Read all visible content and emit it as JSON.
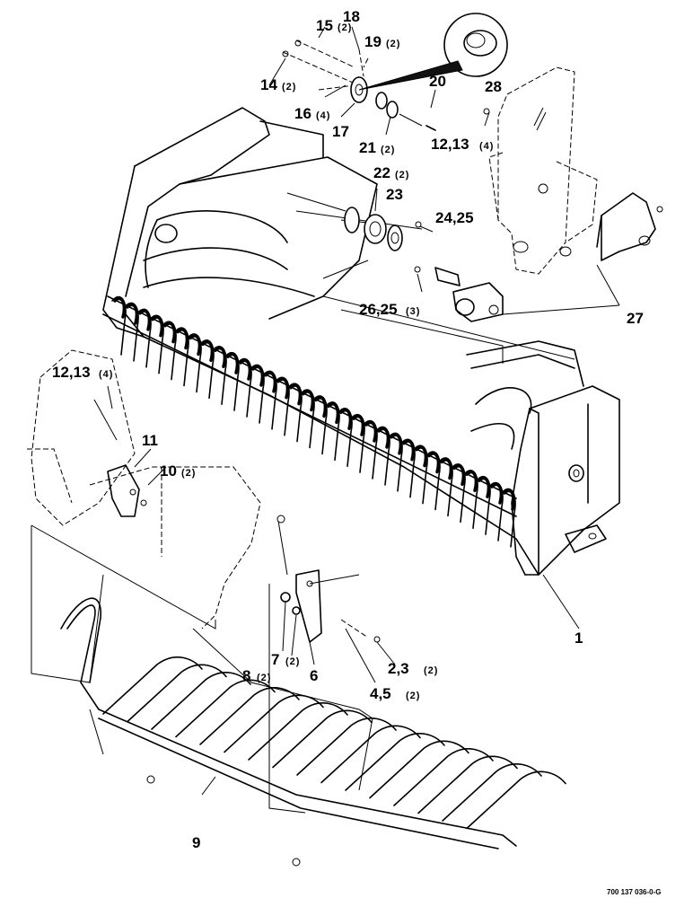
{
  "callouts": {
    "c1": "1",
    "c23": "2,3",
    "c23q": "(2)",
    "c45": "4,5",
    "c45q": "(2)",
    "c6": "6",
    "c7": "7",
    "c7q": "(2)",
    "c8": "8",
    "c8q": "(2)",
    "c9": "9",
    "c10": "10",
    "c10q": "(2)",
    "c11": "11",
    "c1213a": "12,13",
    "c1213aq": "(4)",
    "c1213b": "12,13",
    "c1213bq": "(4)",
    "c14": "14",
    "c14q": "(2)",
    "c15": "15",
    "c15q": "(2)",
    "c16": "16",
    "c16q": "(4)",
    "c17": "17",
    "c18": "18",
    "c19": "19",
    "c19q": "(2)",
    "c20": "20",
    "c21": "21",
    "c21q": "(2)",
    "c22": "22",
    "c22q": "(2)",
    "c23b": "23",
    "c2425": "24,25",
    "c2625": "26,25",
    "c2625q": "(3)",
    "c27": "27",
    "c28": "28"
  },
  "drawing_number": "700 137 036-0-G"
}
